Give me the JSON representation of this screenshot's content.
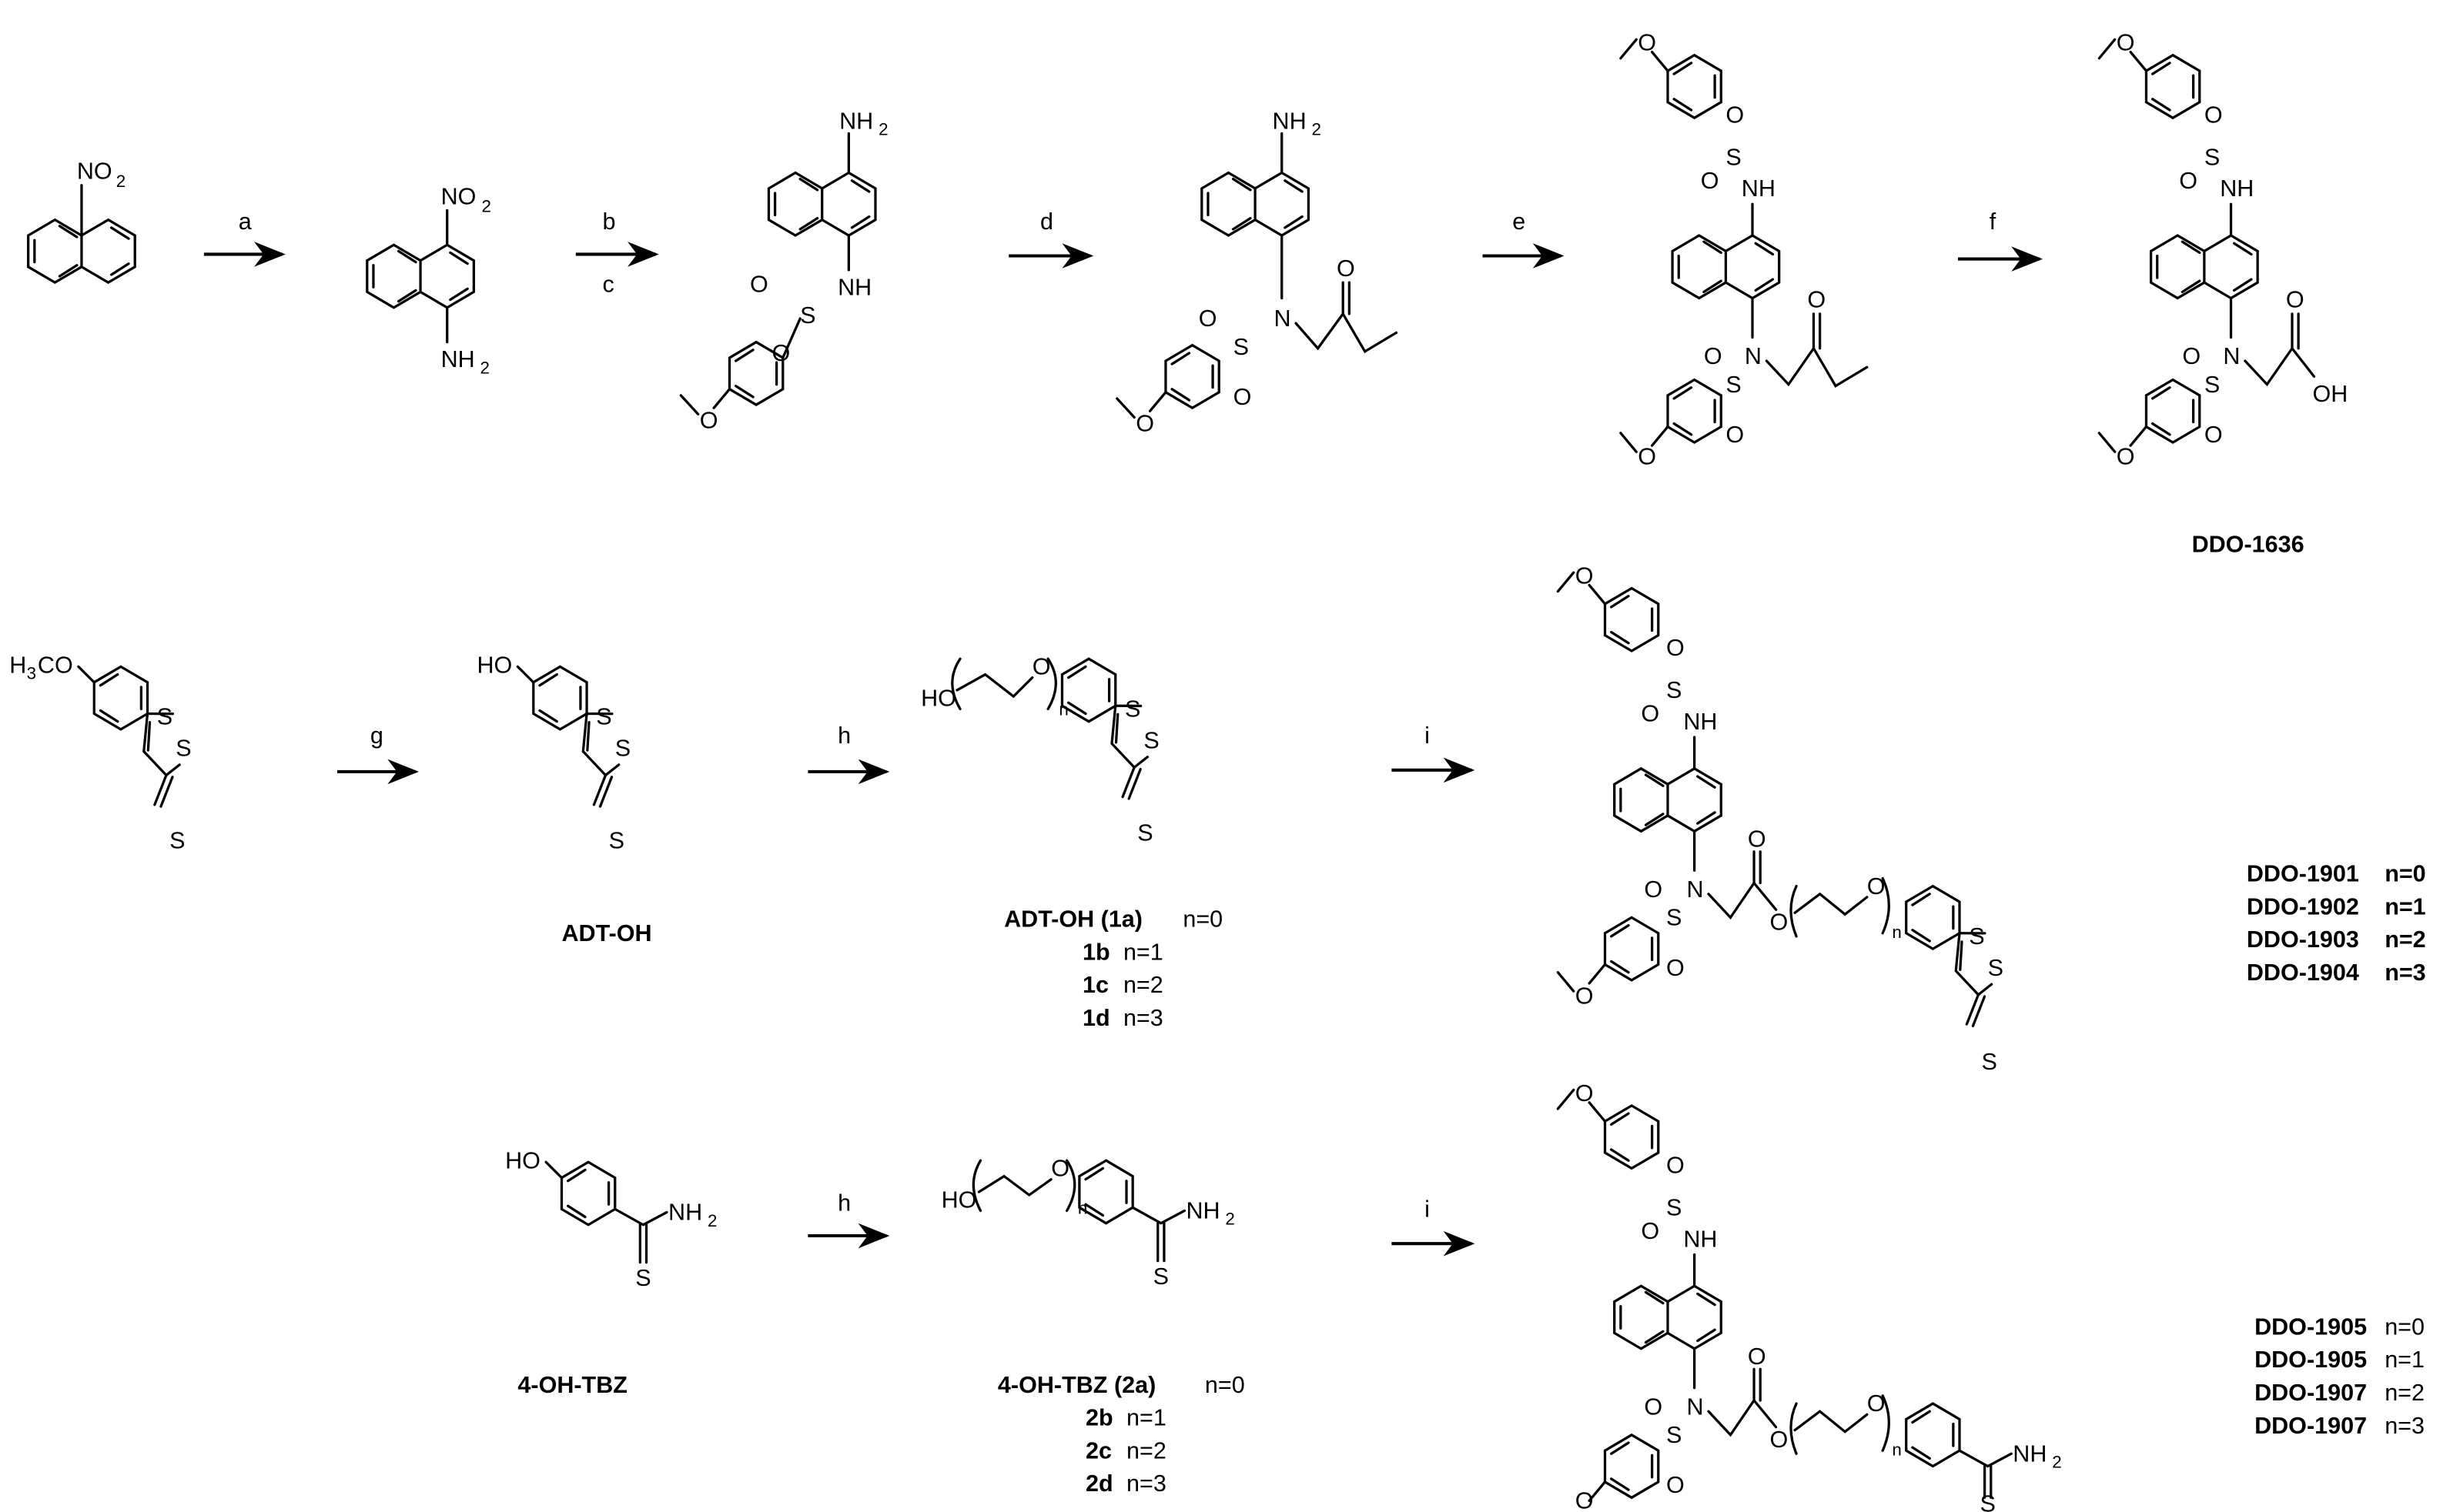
{
  "reagents": {
    "a": "a",
    "b": "b",
    "c": "c",
    "d": "d",
    "e": "e",
    "f": "f",
    "g": "g",
    "h1": "h",
    "i1": "i",
    "h2": "h",
    "i2": "i"
  },
  "compounds": {
    "ddo1636": "DDO-1636",
    "adt_oh": "ADT-OH",
    "four_oh_tbz": "4-OH-TBZ"
  },
  "series1": [
    {
      "name": "ADT-OH (1a)",
      "n": "n=0"
    },
    {
      "name": "1b",
      "n": "n=1"
    },
    {
      "name": "1c",
      "n": "n=2"
    },
    {
      "name": "1d",
      "n": "n=3"
    }
  ],
  "series2": [
    {
      "name": "4-OH-TBZ (2a)",
      "n": "n=0"
    },
    {
      "name": "2b",
      "n": "n=1"
    },
    {
      "name": "2c",
      "n": "n=2"
    },
    {
      "name": "2d",
      "n": "n=3"
    }
  ],
  "products1": [
    {
      "name": "DDO-1901",
      "n": "n=0"
    },
    {
      "name": "DDO-1902",
      "n": "n=1"
    },
    {
      "name": "DDO-1903",
      "n": "n=2"
    },
    {
      "name": "DDO-1904",
      "n": "n=3"
    }
  ],
  "products2": [
    {
      "name": "DDO-1905",
      "n": "n=0"
    },
    {
      "name": "DDO-1905",
      "n": "n=1"
    },
    {
      "name": "DDO-1907",
      "n": "n=2"
    },
    {
      "name": "DDO-1907",
      "n": "n=3"
    }
  ],
  "atoms": {
    "no2": "NO",
    "two": "2",
    "nh2": "NH",
    "nh": "NH",
    "n": "N",
    "s": "S",
    "o": "O",
    "oh": "OH",
    "ho": "HO",
    "h3co_h": "H",
    "h3co_3": "3",
    "h3co_co": "CO",
    "n_sub": "n"
  }
}
